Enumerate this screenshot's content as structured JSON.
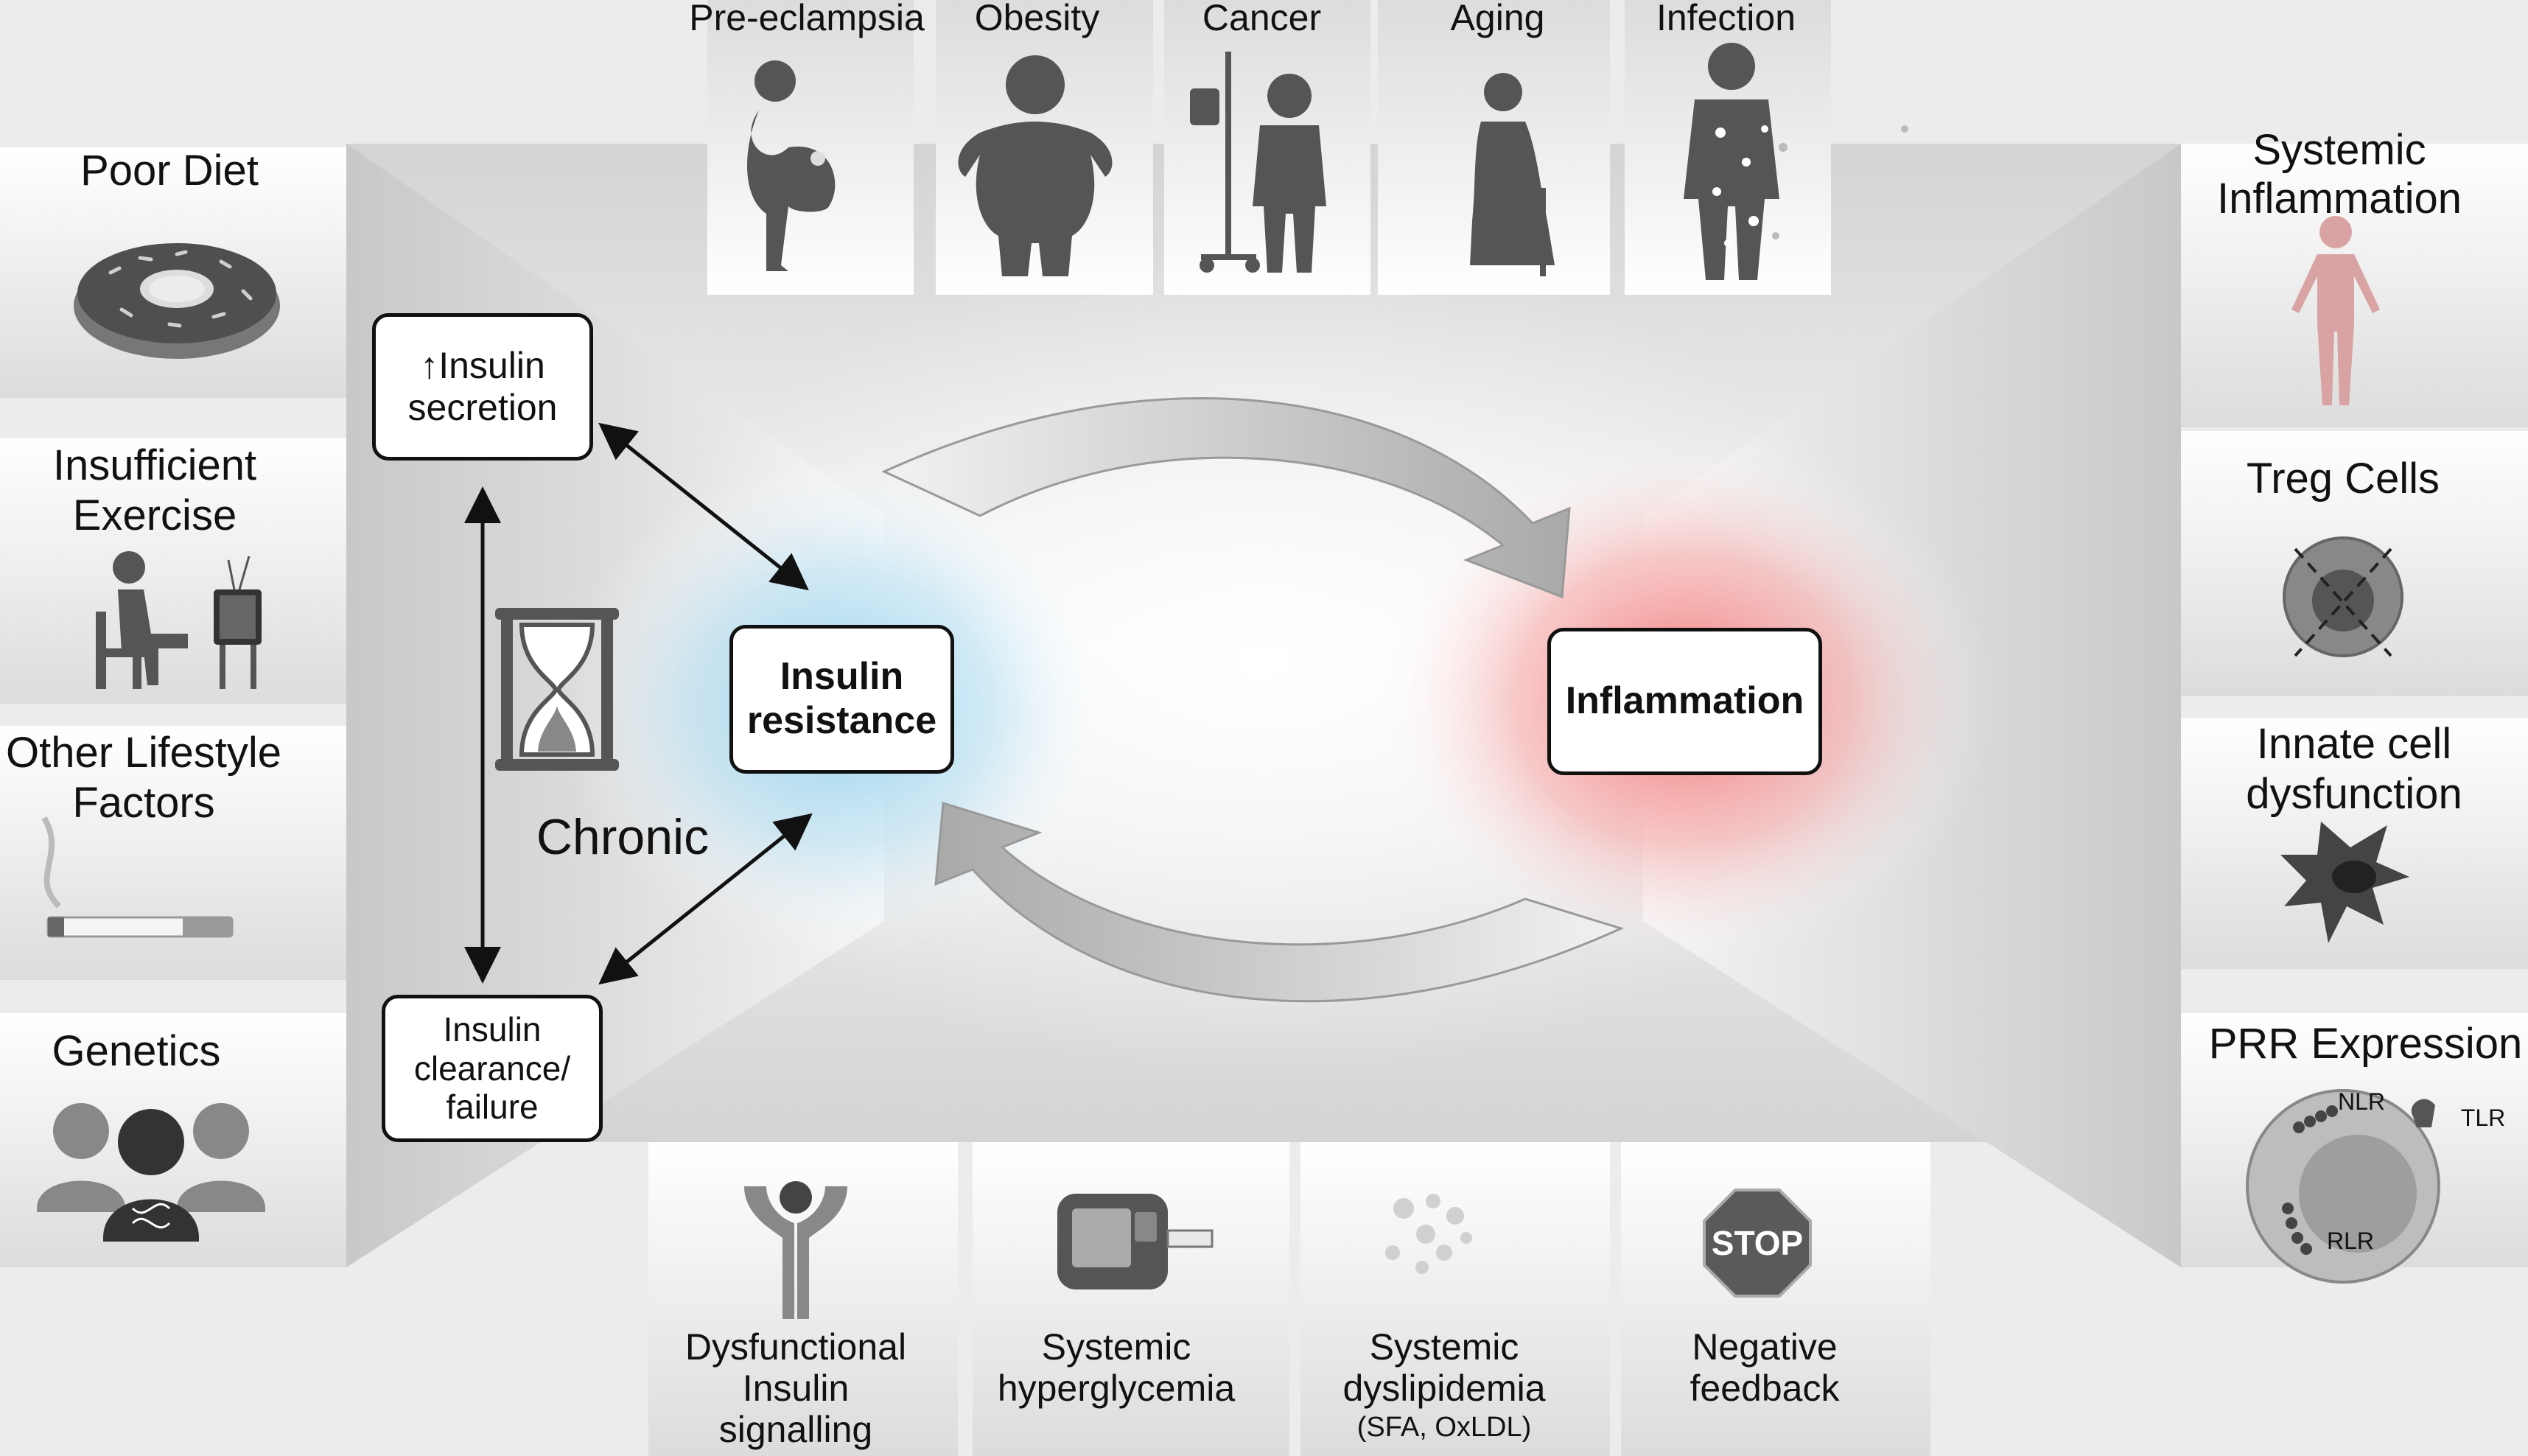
{
  "top_factors": [
    "Pre-eclampsia",
    "Obesity",
    "Cancer",
    "Aging",
    "Infection"
  ],
  "left_factors": {
    "poor_diet": "Poor Diet",
    "exercise_line1": "Insufficient",
    "exercise_line2": "Exercise",
    "lifestyle_line1": "Other Lifestyle",
    "lifestyle_line2": "Factors",
    "genetics": "Genetics"
  },
  "right_factors": {
    "systemic_line1": "Systemic",
    "systemic_line2": "Inflammation",
    "treg": "Treg Cells",
    "innate_line1": "Innate cell",
    "innate_line2": "dysfunction",
    "prr": "PRR Expression",
    "nlr": "NLR",
    "tlr": "TLR",
    "rlr": "RLR"
  },
  "bottom_factors": {
    "insulin_line1": "Dysfunctional",
    "insulin_line2": "Insulin",
    "insulin_line3": "signalling",
    "hyper_line1": "Systemic",
    "hyper_line2": "hyperglycemia",
    "dyslip_line1": "Systemic",
    "dyslip_line2": "dyslipidemia",
    "dyslip_line3": "(SFA, OxLDL)",
    "neg_line1": "Negative",
    "neg_line2": "feedback",
    "stop": "STOP"
  },
  "boxes": {
    "secretion_line1": "↑Insulin",
    "secretion_line2": "secretion",
    "clearance_line1": "Insulin",
    "clearance_line2": "clearance/",
    "clearance_line3": "failure",
    "ir_line1": "Insulin",
    "ir_line2": "resistance",
    "inflammation": "Inflammation"
  },
  "chronic": "Chronic"
}
